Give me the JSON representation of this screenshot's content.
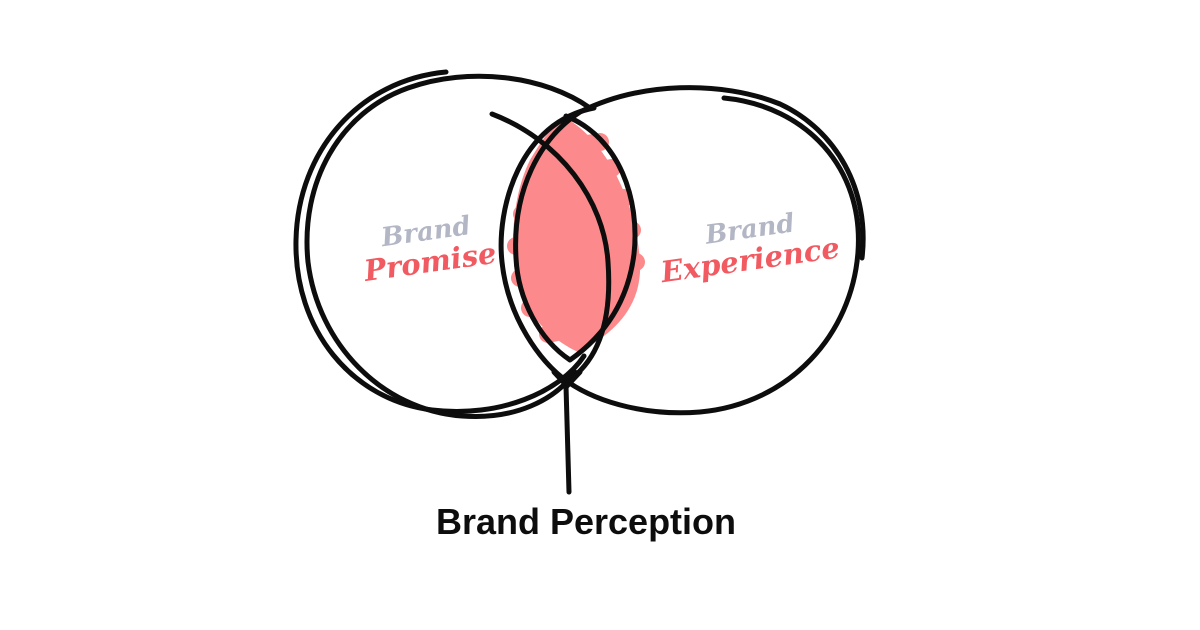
{
  "left_set": {
    "line1": "Brand",
    "line2": "Promise"
  },
  "right_set": {
    "line1": "Brand",
    "line2": "Experience"
  },
  "intersection": {
    "label": "Brand Perception"
  },
  "colors": {
    "outline": "#0d0d0d",
    "overlap_fill": "#fc8a8c",
    "accent_text": "#f05a60",
    "muted_text": "#b3b6c4",
    "background": "#ffffff"
  }
}
